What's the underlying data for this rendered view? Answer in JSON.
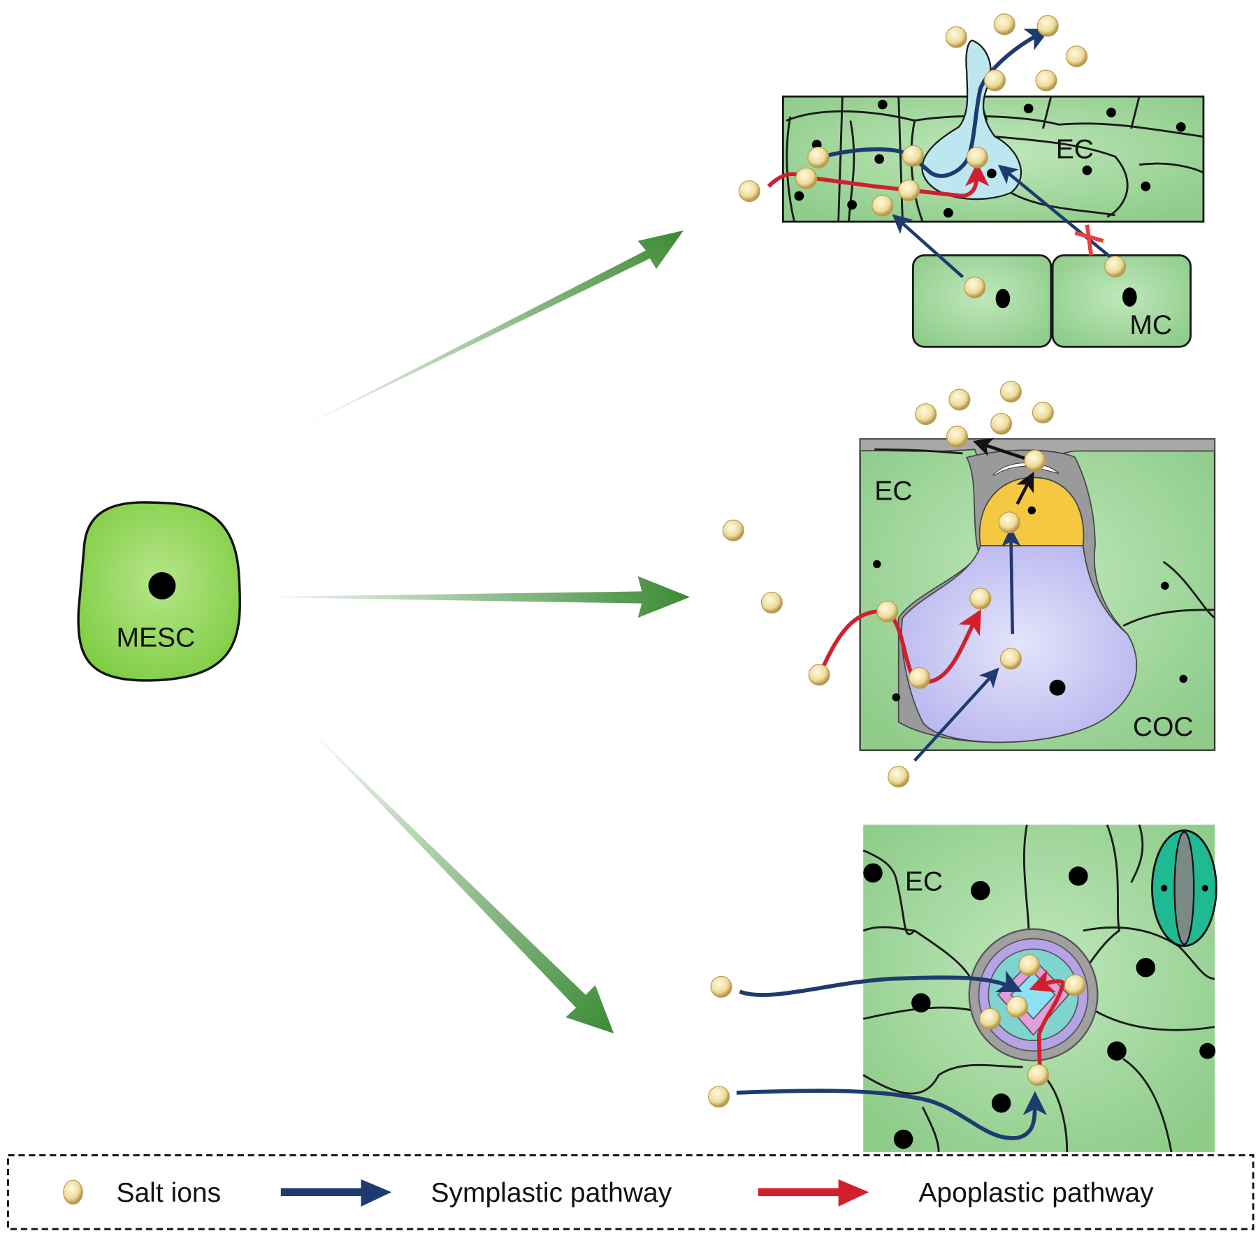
{
  "source_cell": {
    "label": "MESC"
  },
  "panels": [
    {
      "id": "trichome-type",
      "labels": {
        "epidermal": "EC",
        "mesophyll": "MC"
      }
    },
    {
      "id": "bladder-type",
      "labels": {
        "epidermal": "EC",
        "collecting": "COC"
      }
    },
    {
      "id": "multicellular-gland",
      "labels": {
        "epidermal": "EC"
      }
    }
  ],
  "legend": {
    "items": [
      {
        "label": "Salt ions",
        "icon": "salt-ion-icon"
      },
      {
        "label": "Symplastic pathway",
        "icon": "blue-arrow-icon",
        "color": "#1f3a6e"
      },
      {
        "label": "Apoplastic pathway",
        "icon": "red-arrow-icon",
        "color": "#d0202e"
      }
    ]
  },
  "colors": {
    "cell_green": "#a8dba0",
    "mesc_green": "#8fd45a",
    "symplastic": "#1f3a6e",
    "apoplastic": "#d0202e",
    "salt_ion": "#eedb9a",
    "collecting_cell": "#c9c8f2",
    "cap_cell": "#f5c842"
  }
}
